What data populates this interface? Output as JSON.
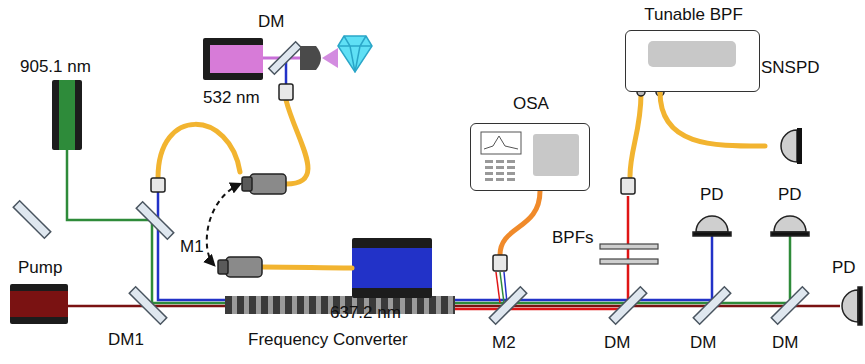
{
  "diagram": {
    "nodes": [
      {
        "text": [
          "Tunable BPF"
        ]
      },
      {
        "text": [
          "SNSPD"
        ]
      },
      {
        "text": [
          "OSA"
        ]
      }
    ],
    "edges": [
      {
        "from": 0,
        "to": 1,
        "arrow": "none"
      }
    ],
    "labels": [
      "905.1 nm",
      "DM",
      "532 nm",
      "637.2 nm",
      "BPFs",
      "PD",
      "PD",
      "PD",
      "M1",
      "Pump",
      "DM1",
      "Frequency Converter",
      "M2",
      "DM",
      "DM",
      "DM"
    ]
  }
}
